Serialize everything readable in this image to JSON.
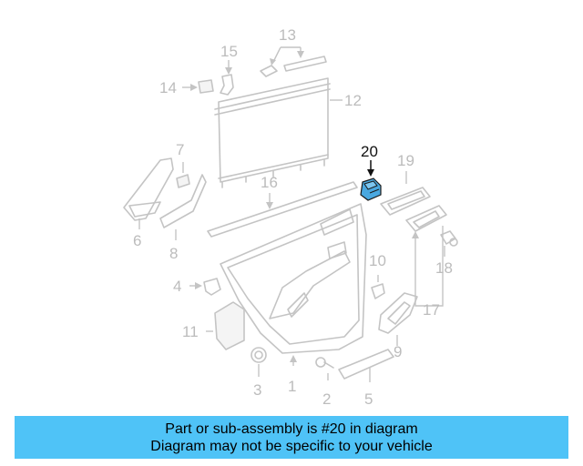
{
  "callouts": {
    "c1": "1",
    "c2": "2",
    "c3": "3",
    "c4": "4",
    "c5": "5",
    "c6": "6",
    "c7": "7",
    "c8": "8",
    "c9": "9",
    "c10": "10",
    "c11": "11",
    "c12": "12",
    "c13": "13",
    "c14": "14",
    "c15": "15",
    "c16": "16",
    "c17": "17",
    "c18": "18",
    "c19": "19",
    "c20": "20"
  },
  "highlighted_part": "20",
  "colors": {
    "highlight_fill": "#4aa8e0",
    "caption_background": "#4fc3f7",
    "part_line": "#c4c4c4"
  },
  "caption": {
    "line1": "Part or sub-assembly is #20 in diagram",
    "line2": "Diagram may not be specific to your vehicle"
  }
}
